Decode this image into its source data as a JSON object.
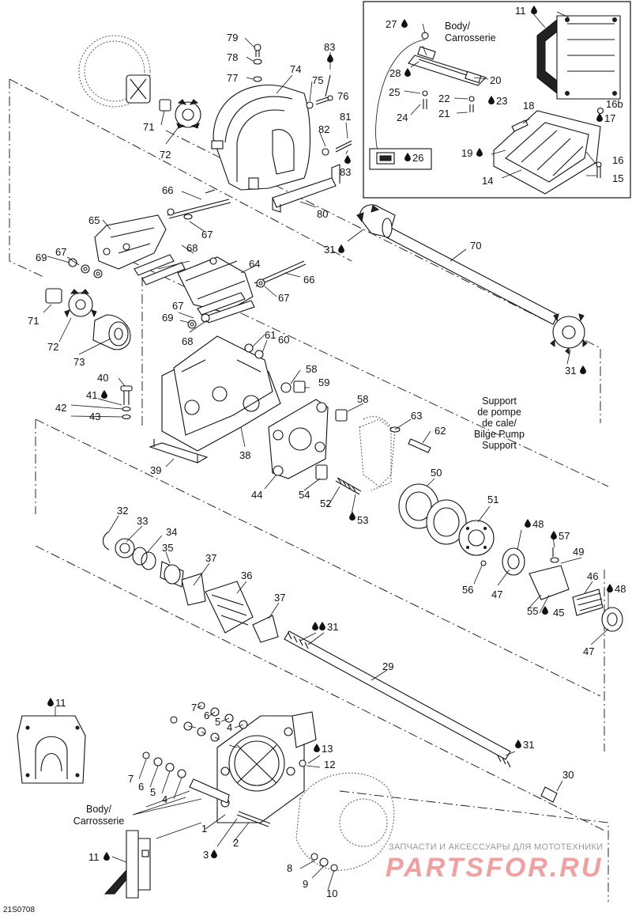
{
  "diagram_code": "21S0708",
  "labels": {
    "body_fr": "Body/",
    "body_fr2": "Carrosserie",
    "support1": "Support",
    "support2": "de pompe",
    "support3": "de cale/",
    "support4": "Bilge Pump",
    "support5": "Support",
    "body2_1": "Body/",
    "body2_2": "Carrosserie"
  },
  "callouts": {
    "n1": "1",
    "n2": "2",
    "n3": "3",
    "n4a": "4",
    "n4b": "4",
    "n5a": "5",
    "n5b": "5",
    "n6a": "6",
    "n6b": "6",
    "n7a": "7",
    "n7b": "7",
    "n8": "8",
    "n9": "9",
    "n10": "10",
    "n11a": "11",
    "n11b": "11",
    "n11c": "11",
    "n12": "12",
    "n13": "13",
    "n14": "14",
    "n15": "15",
    "n16b": "16b",
    "n16": "16",
    "n17": "17",
    "n18": "18",
    "n19": "19",
    "n20": "20",
    "n21": "21",
    "n22": "22",
    "n23": "23",
    "n24": "24",
    "n25": "25",
    "n26": "26",
    "n27": "27",
    "n28": "28",
    "n29": "29",
    "n30": "30",
    "n31a": "31",
    "n31b": "31",
    "n31c": "31",
    "n31d": "31",
    "n32": "32",
    "n33": "33",
    "n34": "34",
    "n35": "35",
    "n36": "36",
    "n37a": "37",
    "n37b": "37",
    "n38": "38",
    "n39": "39",
    "n40": "40",
    "n41": "41",
    "n42": "42",
    "n43": "43",
    "n44": "44",
    "n45": "45",
    "n46": "46",
    "n47a": "47",
    "n47b": "47",
    "n48a": "48",
    "n48b": "48",
    "n49": "49",
    "n50": "50",
    "n51": "51",
    "n52": "52",
    "n53": "53",
    "n54": "54",
    "n55": "55",
    "n56": "56",
    "n57": "57",
    "n58a": "58",
    "n58b": "58",
    "n59": "59",
    "n60": "60",
    "n61": "61",
    "n62": "62",
    "n63": "63",
    "n64": "64",
    "n65": "65",
    "n66a": "66",
    "n66b": "66",
    "n67a": "67",
    "n67b": "67",
    "n67c": "67",
    "n67d": "67",
    "n68a": "68",
    "n68b": "68",
    "n69a": "69",
    "n69b": "69",
    "n70": "70",
    "n71a": "71",
    "n71b": "71",
    "n72a": "72",
    "n72b": "72",
    "n73": "73",
    "n74": "74",
    "n75": "75",
    "n76": "76",
    "n77": "77",
    "n78": "78",
    "n79": "79",
    "n80": "80",
    "n81": "81",
    "n82": "82",
    "n83a": "83",
    "n83b": "83"
  },
  "watermark": {
    "tagline": "ЗАПЧАСТИ И АКСЕССУАРЫ ДЛЯ МОТОТЕХНИКИ",
    "brand": "PARTSFOR.RU"
  },
  "colors": {
    "ink": "#111111",
    "watermark_brand": "#f0a0a0",
    "watermark_tag": "#999999"
  }
}
